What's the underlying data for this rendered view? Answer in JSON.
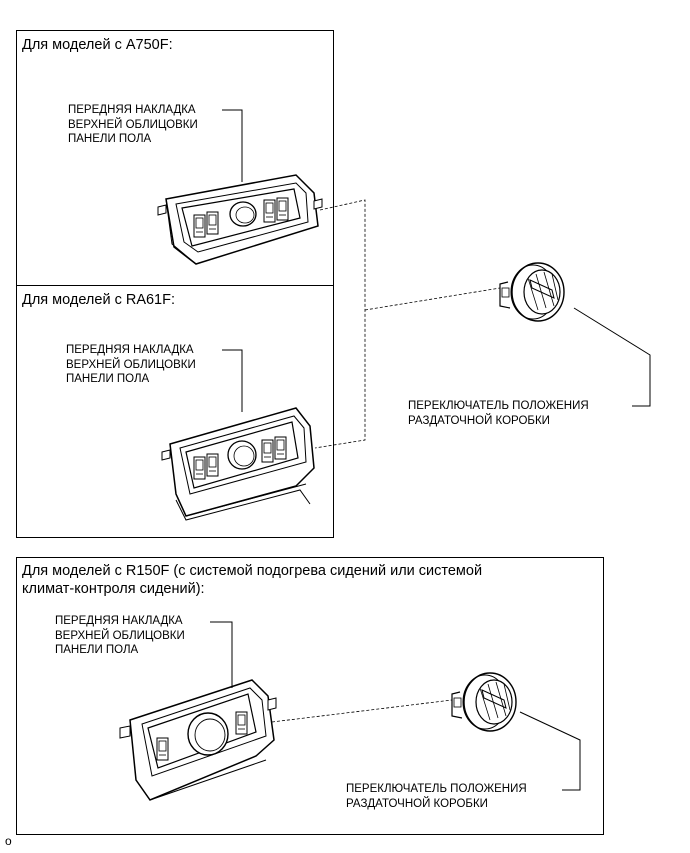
{
  "panels": [
    {
      "title": "Для моделей с A750F:",
      "part_label": "ПЕРЕДНЯЯ НАКЛАДКА\nВЕРХНЕЙ ОБЛИЦОВКИ\nПАНЕЛИ ПОЛА"
    },
    {
      "title": "Для моделей с RA61F:",
      "part_label": "ПЕРЕДНЯЯ НАКЛАДКА\nВЕРХНЕЙ ОБЛИЦОВКИ\nПАНЕЛИ ПОЛА"
    },
    {
      "title": "Для моделей с R150F (с системой подогрева сидений или системой\nклимат-контроля сидений):",
      "part_label": "ПЕРЕДНЯЯ НАКЛАДКА\nВЕРХНЕЙ ОБЛИЦОВКИ\nПАНЕЛИ ПОЛА",
      "switch_label": "ПЕРЕКЛЮЧАТЕЛЬ ПОЛОЖЕНИЯ\nРАЗДАТОЧНОЙ КОРОБКИ"
    }
  ],
  "shared_switch_label": "ПЕРЕКЛЮЧАТЕЛЬ ПОЛОЖЕНИЯ\nРАЗДАТОЧНОЙ КОРОБКИ",
  "figure_id": "o"
}
